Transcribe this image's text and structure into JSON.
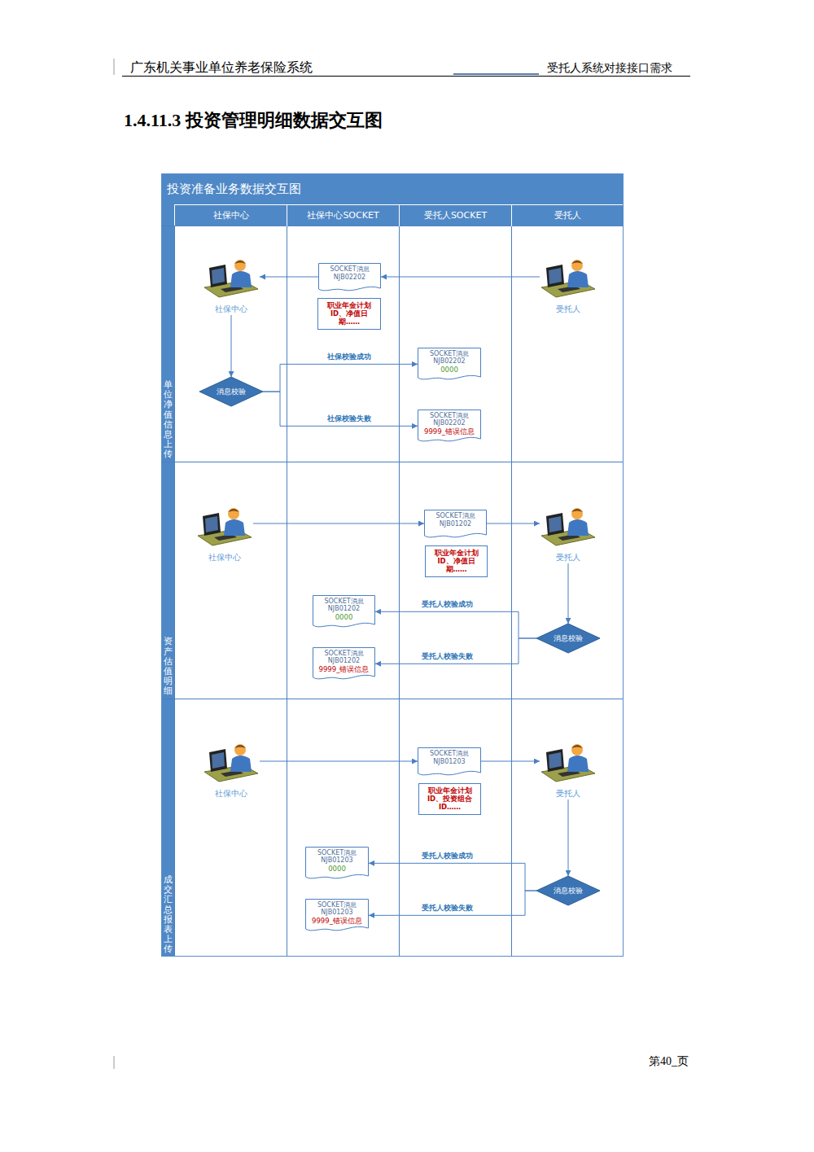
{
  "diagram": {
    "title": "1.4.11.3 投资管理明细数据交互图",
    "nodes": [
      {
        "text": [
          "投资准备业务数据交互图"
        ]
      },
      {
        "text": [
          "社保中心"
        ],
        "in": 0
      },
      {
        "text": [
          "社保中心SOCKET"
        ],
        "in": 0
      },
      {
        "text": [
          "受托人SOCKET"
        ],
        "in": 0
      },
      {
        "text": [
          "受托人"
        ],
        "in": 0
      },
      {
        "text": [
          "单位净值信息上传"
        ],
        "in": 0
      },
      {
        "text": [
          "社保中心"
        ],
        "in": 5
      },
      {
        "text": [
          "SOCKET消息 NJB02202"
        ],
        "in": 5
      },
      {
        "text": [
          "职业年金计划 ID、净值日 期……"
        ],
        "in": 5
      },
      {
        "text": [
          "受托人"
        ],
        "in": 5
      },
      {
        "text": [
          "消息校验"
        ],
        "in": 5
      },
      {
        "text": [
          "SOCKET消息 NJB02202",
          "0000"
        ],
        "in": 5
      },
      {
        "text": [
          "SOCKET消息 NJB02202",
          "9999_错误信息"
        ],
        "in": 5
      },
      {
        "text": [
          "资产估值明细"
        ],
        "in": 0
      },
      {
        "text": [
          "社保中心"
        ],
        "in": 13
      },
      {
        "text": [
          "SOCKET消息 NJB01202"
        ],
        "in": 13
      },
      {
        "text": [
          "职业年金计划 ID、净值日 期……"
        ],
        "in": 13
      },
      {
        "text": [
          "受托人"
        ],
        "in": 13
      },
      {
        "text": [
          "消息校验"
        ],
        "in": 13
      },
      {
        "text": [
          "SOCKET消息 NJB01202",
          "0000"
        ],
        "in": 13
      },
      {
        "text": [
          "SOCKET消息 NJB01202",
          "9999_错误信息"
        ],
        "in": 13
      },
      {
        "text": [
          "成交汇总报表上传"
        ],
        "in": 0
      },
      {
        "text": [
          "社保中心"
        ],
        "in": 21
      },
      {
        "text": [
          "SOCKET消息 NJB01203"
        ],
        "in": 21
      },
      {
        "text": [
          "职业年金计划 ID、投资组合 ID……"
        ],
        "in": 21
      },
      {
        "text": [
          "受托人"
        ],
        "in": 21
      },
      {
        "text": [
          "消息校验"
        ],
        "in": 21
      },
      {
        "text": [
          "SOCKET消息 NJB01203",
          "0000"
        ],
        "in": 21
      },
      {
        "text": [
          "SOCKET消息 NJB01203",
          "9999_错误信息"
        ],
        "in": 21
      }
    ],
    "edges": [
      {
        "from": 9,
        "to": 7,
        "arrow": "to"
      },
      {
        "from": 7,
        "to": 6,
        "arrow": "to"
      },
      {
        "from": 6,
        "to": 10,
        "arrow": "to"
      },
      {
        "from": 10,
        "to": 11,
        "label": "社保校验成功",
        "arrow": "to"
      },
      {
        "from": 10,
        "to": 12,
        "label": "社保校验失败",
        "arrow": "to"
      },
      {
        "from": 14,
        "to": 15,
        "arrow": "to"
      },
      {
        "from": 15,
        "to": 17,
        "arrow": "to"
      },
      {
        "from": 17,
        "to": 18,
        "arrow": "to"
      },
      {
        "from": 18,
        "to": 19,
        "label": "受托人校验成功",
        "arrow": "to"
      },
      {
        "from": 18,
        "to": 20,
        "label": "受托人校验失败",
        "arrow": "to"
      },
      {
        "from": 22,
        "to": 23,
        "arrow": "to"
      },
      {
        "from": 23,
        "to": 25,
        "arrow": "to"
      },
      {
        "from": 25,
        "to": 26,
        "arrow": "to"
      },
      {
        "from": 26,
        "to": 27,
        "label": "受托人校验成功",
        "arrow": "to"
      },
      {
        "from": 26,
        "to": 28,
        "label": "受托人校验失败",
        "arrow": "to"
      }
    ],
    "labels": [
      "广东机关事业单位养老保险系统",
      "受托人系统对接接口需求",
      "第40_页"
    ]
  }
}
